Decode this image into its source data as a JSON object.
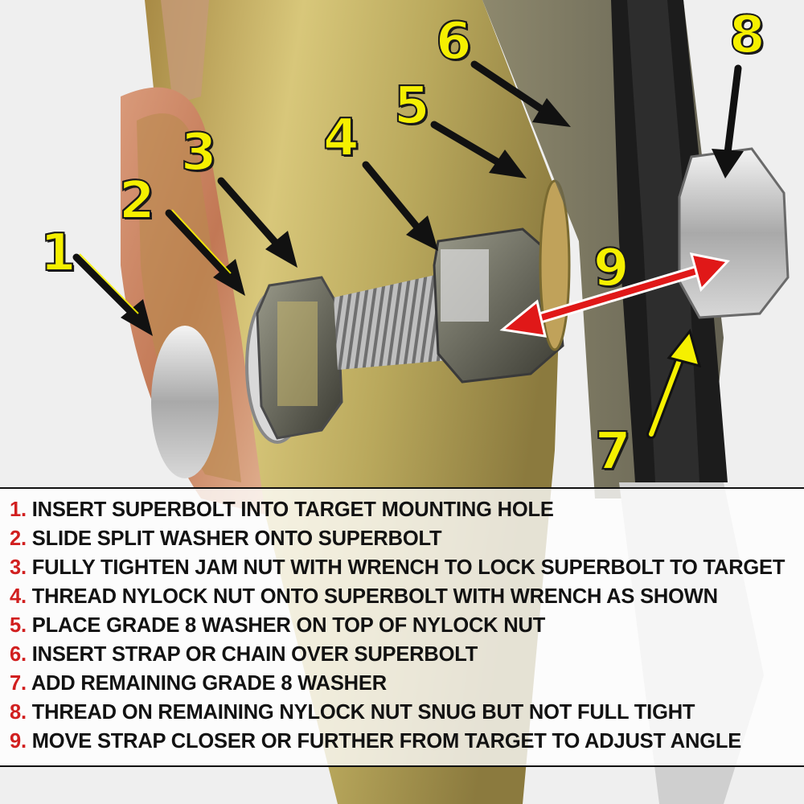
{
  "callouts": {
    "c1": "1",
    "c2": "2",
    "c3": "3",
    "c4": "4",
    "c5": "5",
    "c6": "6",
    "c7": "7",
    "c8": "8",
    "c9": "9"
  },
  "colors": {
    "callout_fill": "#f5f000",
    "callout_outline": "#1a1a1a",
    "step_number": "#d11f1f",
    "step_text": "#121212",
    "adjust_arrow": "#e01818",
    "plate_gold": "#c8b050",
    "strap_black": "#1c1c1c"
  },
  "steps": [
    {
      "num": "1.",
      "text": "INSERT SUPERBOLT INTO TARGET MOUNTING HOLE"
    },
    {
      "num": "2.",
      "text": "SLIDE SPLIT WASHER ONTO SUPERBOLT"
    },
    {
      "num": "3.",
      "text": "FULLY TIGHTEN JAM NUT WITH WRENCH TO LOCK SUPERBOLT TO TARGET"
    },
    {
      "num": "4.",
      "text": "THREAD NYLOCK NUT ONTO SUPERBOLT WITH WRENCH AS SHOWN"
    },
    {
      "num": "5.",
      "text": "PLACE GRADE 8 WASHER ON TOP OF NYLOCK NUT"
    },
    {
      "num": "6.",
      "text": "INSERT STRAP OR CHAIN OVER SUPERBOLT"
    },
    {
      "num": "7.",
      "text": "ADD REMAINING GRADE 8 WASHER"
    },
    {
      "num": "8.",
      "text": "THREAD ON REMAINING NYLOCK NUT SNUG BUT NOT FULL TIGHT"
    },
    {
      "num": "9.",
      "text": "MOVE STRAP CLOSER OR FURTHER FROM TARGET TO ADJUST ANGLE"
    }
  ]
}
